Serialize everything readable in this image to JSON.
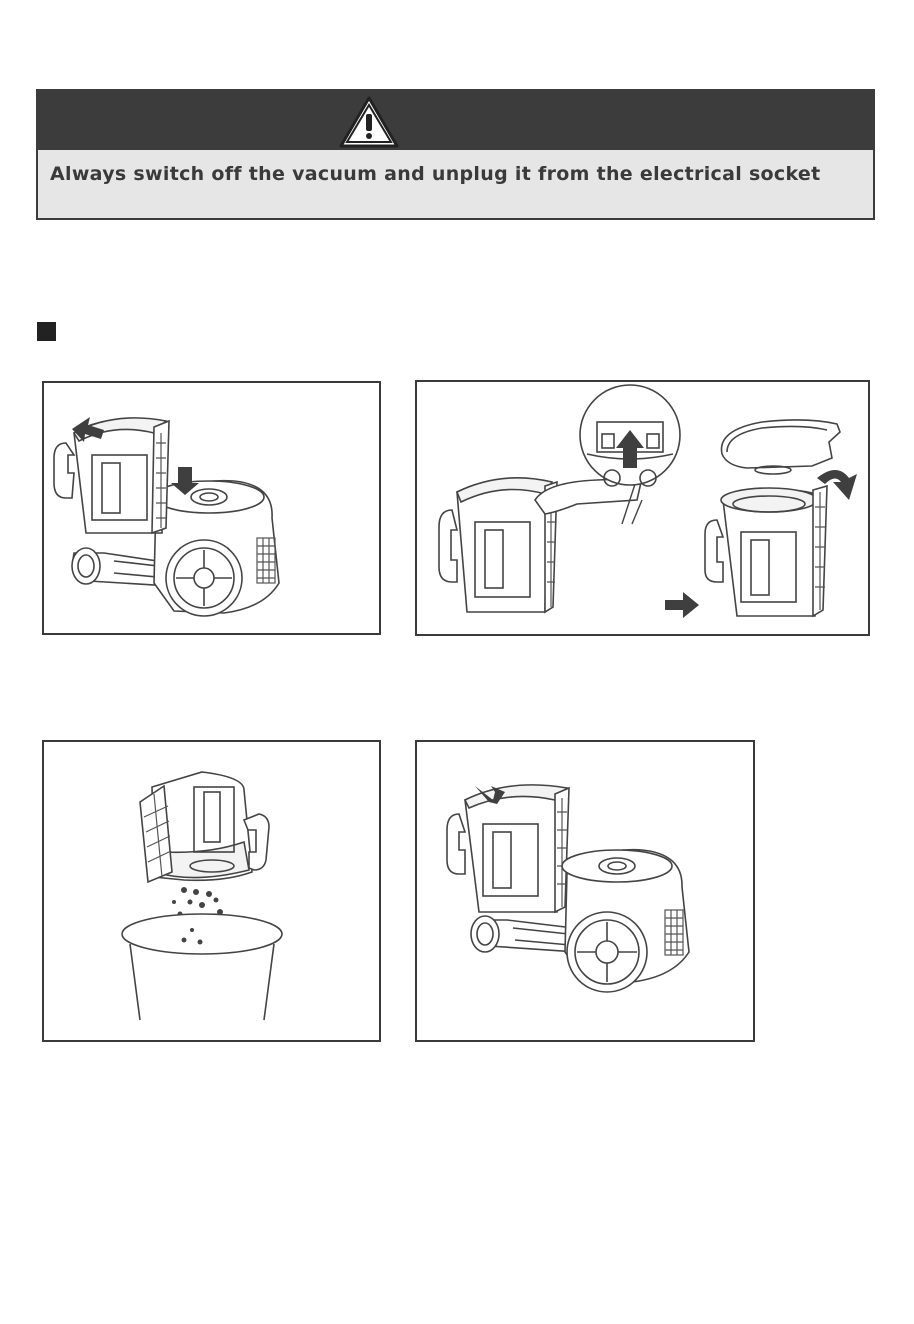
{
  "warning": {
    "icon": "warning-triangle-icon",
    "text": "Always switch off the vacuum and unplug it from the electrical socket"
  },
  "colors": {
    "header_bar": "#3c3c3c",
    "warning_body": "#e6e6e6",
    "arrows": "#3f3f3f"
  },
  "panels": [
    {
      "id": "panel-1",
      "depicts": "remove-dust-container"
    },
    {
      "id": "panel-2",
      "depicts": "open-container-lid"
    },
    {
      "id": "panel-3",
      "depicts": "empty-dust-into-bin"
    },
    {
      "id": "panel-4",
      "depicts": "reinsert-dust-container"
    }
  ]
}
